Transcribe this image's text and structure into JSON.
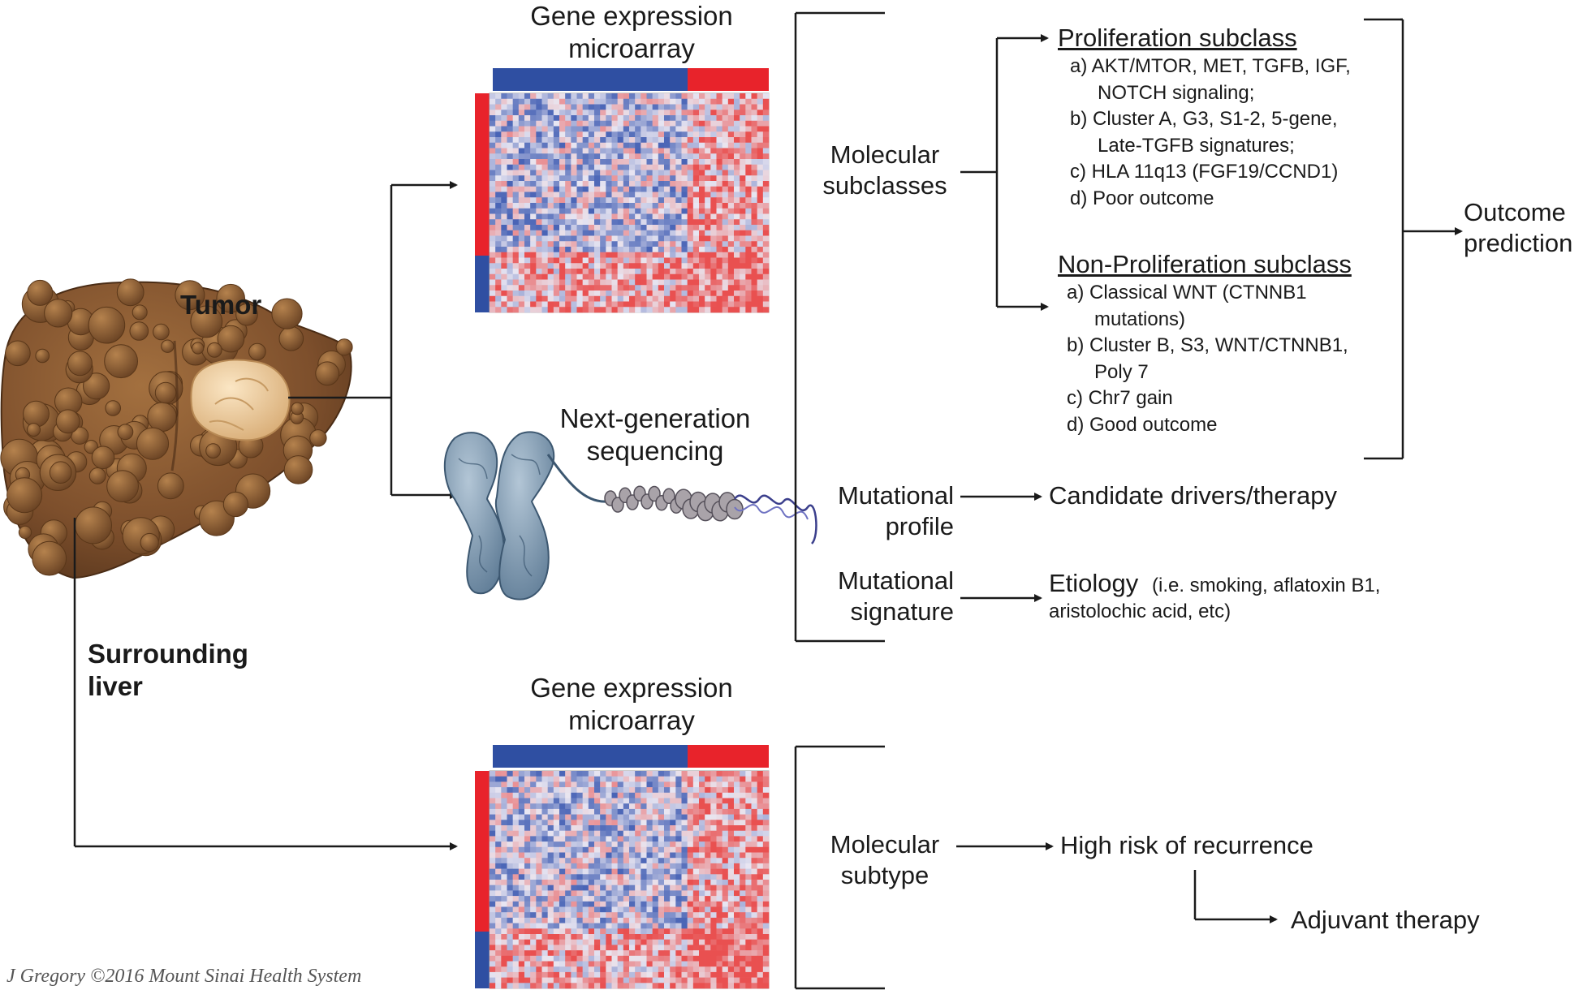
{
  "diagram": {
    "tumor_label": "Tumor",
    "surrounding_label": [
      "Surrounding",
      "liver"
    ],
    "microarray_top": [
      "Gene expression",
      "microarray"
    ],
    "microarray_bottom": [
      "Gene expression",
      "microarray"
    ],
    "ngs": [
      "Next-generation",
      "sequencing"
    ],
    "molecular_subclasses": [
      "Molecular",
      "subclasses"
    ],
    "mutational_profile": [
      "Mutational",
      "profile"
    ],
    "mutational_signature": [
      "Mutational",
      "signature"
    ],
    "molecular_subtype": [
      "Molecular",
      "subtype"
    ],
    "proliferation": {
      "title": "Proliferation subclass",
      "items": [
        {
          "text": "a) AKT/MTOR, MET, TGFB, IGF,",
          "cont": false
        },
        {
          "text": "NOTCH signaling;",
          "cont": true
        },
        {
          "text": "b) Cluster A, G3, S1-2, 5-gene,",
          "cont": false
        },
        {
          "text": "Late-TGFB signatures;",
          "cont": true
        },
        {
          "text": "c) HLA 11q13 (FGF19/CCND1)",
          "cont": false
        },
        {
          "text": "d) Poor outcome",
          "cont": false
        }
      ]
    },
    "non_proliferation": {
      "title": "Non-Proliferation subclass",
      "items": [
        {
          "text": "a) Classical WNT (CTNNB1",
          "cont": false
        },
        {
          "text": "mutations)",
          "cont": true
        },
        {
          "text": "b) Cluster B, S3, WNT/CTNNB1,",
          "cont": false
        },
        {
          "text": "Poly 7",
          "cont": true
        },
        {
          "text": "c) Chr7 gain",
          "cont": false
        },
        {
          "text": "d) Good outcome",
          "cont": false
        }
      ]
    },
    "outcome_prediction": [
      "Outcome",
      "prediction"
    ],
    "candidate_drivers": "Candidate drivers/therapy",
    "etiology": "Etiology",
    "etiology_detail": [
      "(i.e. smoking, aflatoxin B1,",
      "aristolochic acid, etc)"
    ],
    "high_risk": "High risk of recurrence",
    "adjuvant": "Adjuvant therapy",
    "credit": "J Gregory ©2016 Mount Sinai Health System"
  },
  "colors": {
    "line": "#1a1a1a",
    "heat_red": "#e8232b",
    "heat_blue": "#2f4fa2",
    "liver": "#8b5a35",
    "tumor": "#f0d2a4",
    "chromosome": "#8aa4bb"
  }
}
